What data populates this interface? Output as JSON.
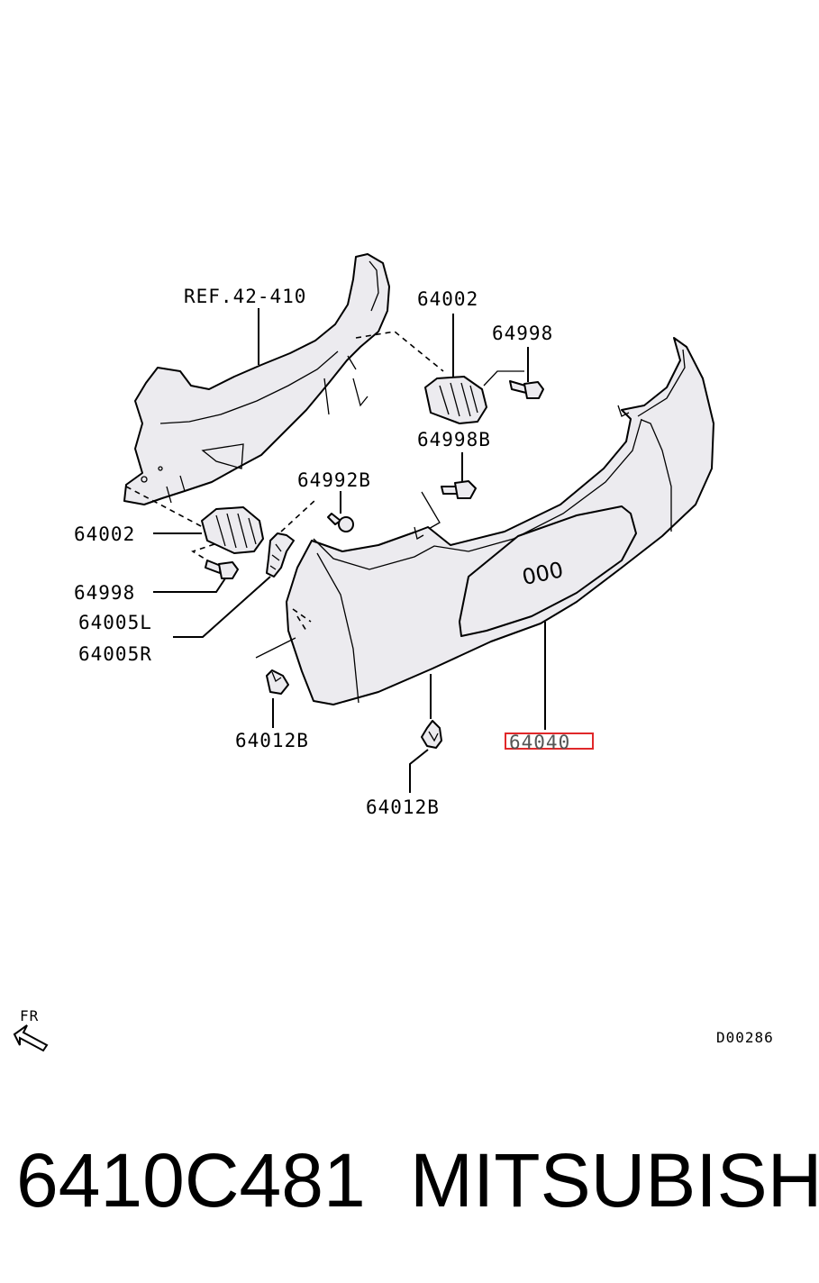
{
  "diagram": {
    "ref_label": "REF.42-410",
    "labels": {
      "bracket_upper_right": "64002",
      "bolt_upper_right": "64998",
      "bolt_b_upper": "64998B",
      "screw": "64992B",
      "bracket_left": "64002",
      "bolt_left": "64998",
      "side_bracket_l": "64005L",
      "side_bracket_r": "64005R",
      "clip_left": "64012B",
      "clip_bottom": "64012B",
      "bumper_cover": "64040"
    },
    "highlight_color": "#e0282a",
    "direction_label": "FR",
    "direction_icon": "front-direction-arrow-icon",
    "drawing_code": "D00286"
  },
  "footer": {
    "part_number": "6410C481",
    "brand": "MITSUBISHI"
  }
}
